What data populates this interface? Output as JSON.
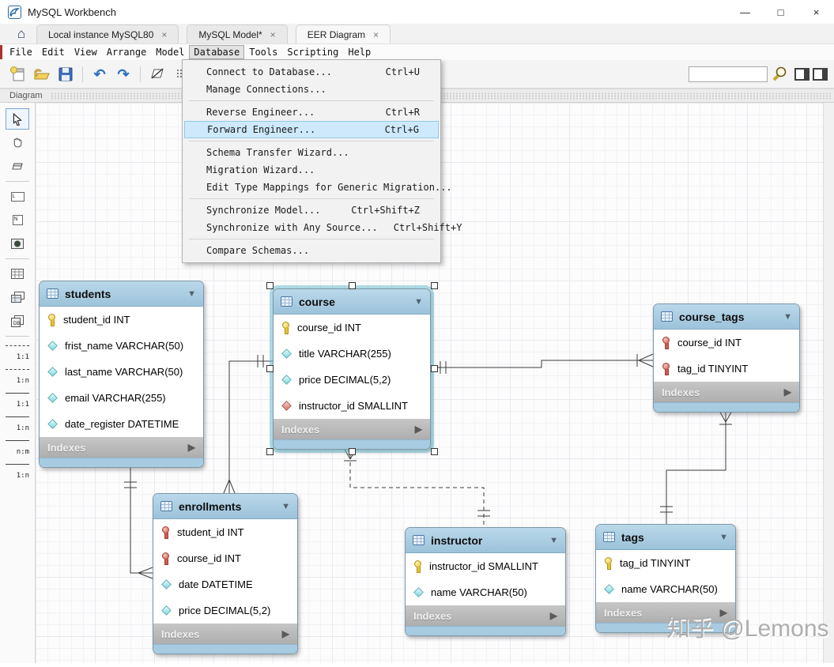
{
  "window": {
    "title": "MySQL Workbench",
    "minimize": "—",
    "maximize": "□",
    "close": "×"
  },
  "glyphs": {
    "home": "⌂",
    "close": "×",
    "caret_down": "▼",
    "arrow_right": "▶",
    "undo": "↶",
    "redo": "↷"
  },
  "tabs": {
    "items": [
      {
        "label": "Local instance MySQL80"
      },
      {
        "label": "MySQL Model*"
      },
      {
        "label": "EER Diagram"
      }
    ]
  },
  "menubar": {
    "active": "Database",
    "items": [
      "File",
      "Edit",
      "View",
      "Arrange",
      "Model",
      "Database",
      "Tools",
      "Scripting",
      "Help"
    ]
  },
  "toolbar": {
    "icons": [
      "new-model-icon",
      "open-model-icon",
      "save-model-icon",
      "undo-icon",
      "redo-icon",
      "selection-off-icon",
      "grid-icon",
      "new-document-icon",
      "find-icon",
      "toggle-left-panel-icon",
      "toggle-right-panel-icon"
    ],
    "search_value": ""
  },
  "dropdown": {
    "menu": "Database",
    "items": [
      {
        "label": "Connect to Database...",
        "shortcut": "Ctrl+U"
      },
      {
        "label": "Manage Connections...",
        "shortcut": ""
      },
      {
        "label": "Reverse Engineer...",
        "shortcut": "Ctrl+R"
      },
      {
        "label": "Forward Engineer...",
        "shortcut": "Ctrl+G",
        "highlighted": true
      },
      {
        "label": "Schema Transfer Wizard...",
        "shortcut": ""
      },
      {
        "label": "Migration Wizard...",
        "shortcut": ""
      },
      {
        "label": "Edit Type Mappings for Generic Migration...",
        "shortcut": ""
      },
      {
        "label": "Synchronize Model...",
        "shortcut": "Ctrl+Shift+Z"
      },
      {
        "label": "Synchronize with Any Source...",
        "shortcut": "Ctrl+Shift+Y"
      },
      {
        "label": "Compare Schemas...",
        "shortcut": ""
      }
    ]
  },
  "diagram_bar": {
    "label": "Diagram"
  },
  "palette": {
    "rel_labels": [
      "1:1",
      "1:n",
      "1:1",
      "1:n",
      "n:m",
      "1:n"
    ]
  },
  "diagram": {
    "tables": [
      {
        "name": "students",
        "indexes_label": "Indexes",
        "columns": [
          {
            "icon": "primary-key",
            "text": "student_id INT"
          },
          {
            "icon": "column",
            "text": "frist_name VARCHAR(50)"
          },
          {
            "icon": "column",
            "text": "last_name VARCHAR(50)"
          },
          {
            "icon": "column",
            "text": "email VARCHAR(255)"
          },
          {
            "icon": "column",
            "text": "date_register DATETIME"
          }
        ]
      },
      {
        "name": "course",
        "selected": true,
        "indexes_label": "Indexes",
        "columns": [
          {
            "icon": "primary-key",
            "text": "course_id INT"
          },
          {
            "icon": "column",
            "text": "title VARCHAR(255)"
          },
          {
            "icon": "column",
            "text": "price DECIMAL(5,2)"
          },
          {
            "icon": "foreign-key-column",
            "text": "instructor_id SMALLINT"
          }
        ]
      },
      {
        "name": "course_tags",
        "indexes_label": "Indexes",
        "columns": [
          {
            "icon": "primary-foreign-key",
            "text": "course_id INT"
          },
          {
            "icon": "primary-foreign-key",
            "text": "tag_id TINYINT"
          }
        ]
      },
      {
        "name": "enrollments",
        "indexes_label": "Indexes",
        "columns": [
          {
            "icon": "primary-foreign-key",
            "text": "student_id INT"
          },
          {
            "icon": "primary-foreign-key",
            "text": "course_id INT"
          },
          {
            "icon": "column",
            "text": "date DATETIME"
          },
          {
            "icon": "column",
            "text": "price DECIMAL(5,2)"
          }
        ]
      },
      {
        "name": "instructor",
        "indexes_label": "Indexes",
        "columns": [
          {
            "icon": "primary-key",
            "text": "instructor_id SMALLINT"
          },
          {
            "icon": "column",
            "text": "name VARCHAR(50)"
          }
        ]
      },
      {
        "name": "tags",
        "indexes_label": "Indexes",
        "columns": [
          {
            "icon": "primary-key",
            "text": "tag_id TINYINT"
          },
          {
            "icon": "column",
            "text": "name VARCHAR(50)"
          }
        ]
      }
    ],
    "relations": [
      {
        "from": "students",
        "to": "enrollments",
        "type": "identifying",
        "cardinality": "1:n"
      },
      {
        "from": "course",
        "to": "enrollments",
        "type": "identifying",
        "cardinality": "1:n"
      },
      {
        "from": "course",
        "to": "course_tags",
        "type": "identifying",
        "cardinality": "1:n"
      },
      {
        "from": "instructor",
        "to": "course",
        "type": "non-identifying",
        "cardinality": "1:n"
      },
      {
        "from": "tags",
        "to": "course_tags",
        "type": "identifying",
        "cardinality": "1:n"
      }
    ]
  },
  "watermark": {
    "text": "知乎 @Lemons"
  },
  "colors": {
    "table_header": "#aecfe3",
    "selection_glow": "#6ebecd",
    "menu_highlight": "#cde9fb",
    "accent_red": "#b03030",
    "pk_yellow": "#e9c431",
    "fk_red": "#cf5b52",
    "column_teal": "#7ed7dd"
  }
}
